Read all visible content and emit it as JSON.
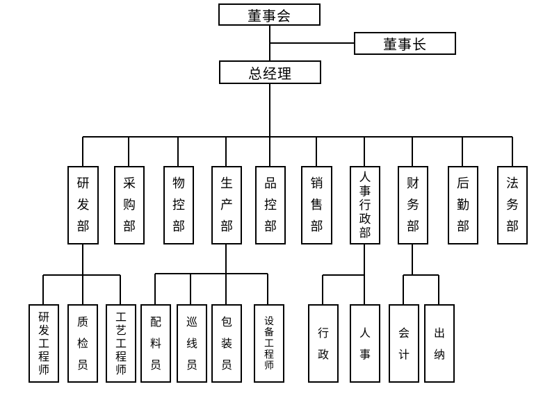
{
  "org": {
    "board": "董事会",
    "chairman": "董事长",
    "gm": "总经理",
    "departments": [
      "研发部",
      "采购部",
      "物控部",
      "生产部",
      "品控部",
      "销售部",
      "人事行政部",
      "财务部",
      "后勤部",
      "法务部"
    ],
    "rd_sub": [
      "研发工程师",
      "质检员",
      "工艺工程师"
    ],
    "prod_sub": [
      "配料员",
      "巡线员",
      "包装员",
      "设备工程师"
    ],
    "hr_sub": [
      "行政",
      "人事"
    ],
    "fin_sub": [
      "会计",
      "出纳"
    ]
  }
}
